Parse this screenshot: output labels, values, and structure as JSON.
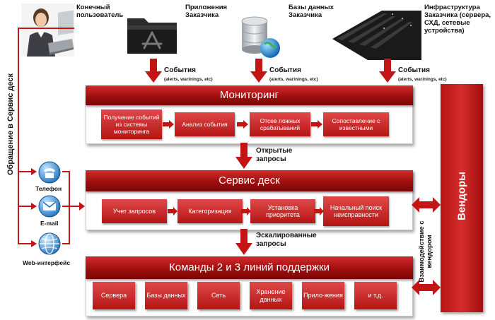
{
  "sources": {
    "end_user": "Конечный пользователь",
    "apps": "Приложения Заказчика",
    "databases": "Базы данных Заказчика",
    "infrastructure": "Инфраструктура Заказчика (сервера, СХД, сетевые устройства)"
  },
  "events": {
    "title": "События",
    "sub": "(alerts, warinings, etc)"
  },
  "monitoring": {
    "title": "Мониторинг",
    "steps": [
      "Получение событий из системы мониторинга",
      "Анализ события",
      "Отсев ложных срабатываний",
      "Сопоставление с известными"
    ]
  },
  "open_requests": "Открытые запросы",
  "service_desk": {
    "title": "Сервис деск",
    "steps": [
      "Учет запросов",
      "Категоризация",
      "Установка приоритета",
      "Начальный поиск неисправности"
    ]
  },
  "escalated": "Эскалированные запросы",
  "teams": {
    "title": "Команды 2 и 3 линий поддержки",
    "items": [
      "Сервера",
      "Базы данных",
      "Сеть",
      "Хранение данных",
      "Прило-жения",
      "и т.д."
    ]
  },
  "vendors": "Вендоры",
  "vendor_interaction": "Взаимодействие с вендором",
  "service_desk_appeal": "Обращение в Сервис деск",
  "channels": {
    "phone": "Телефон",
    "email": "E-mail",
    "web": "Web-интерфейс"
  },
  "colors": {
    "red": "#b41515",
    "dark_red": "#8c0a0a"
  }
}
